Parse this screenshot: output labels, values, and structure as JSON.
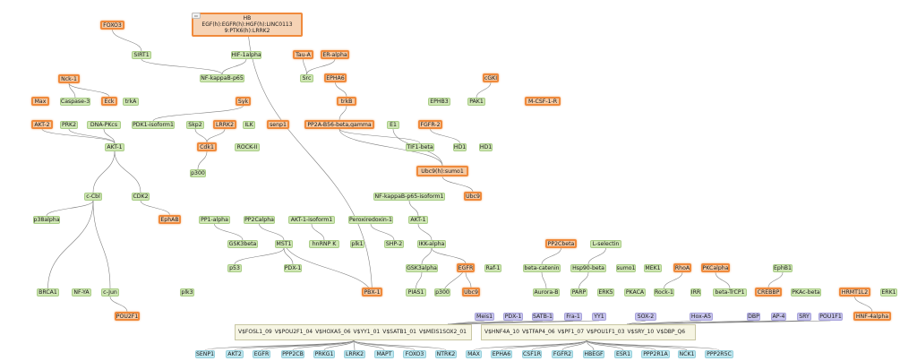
{
  "colors": {
    "node_default_fill": "#cfe6b4",
    "node_highlight_border": "#f08a3c",
    "motif_node_fill": "#c9c6ee",
    "complex_fill": "#bfe7ef",
    "edge": "#7a7a7a"
  },
  "hub": {
    "line1": "HB",
    "line2": "EGF(h):EGFR(h):HGF(h):LINC0113",
    "line3": "9:PTK6(h):LRRK2"
  },
  "ubc9_sumo1": "Ubc9(h):sumo1",
  "nodes": {
    "foxo3": "FOXO3",
    "sirt1": "SIRT1",
    "hif1a": "HIF-1alpha",
    "tau": "Tau-A",
    "eralpha": "ER-alpha",
    "nfkbp65": "NF-kappaB-p65",
    "src": "Src",
    "epha6": "EPHA6",
    "cgki": "cGKI",
    "nck1": "Nck-1",
    "max": "Max",
    "casp3": "Caspase-3",
    "eck": "Eck",
    "trka": "trkA",
    "syk": "Syk",
    "trkb": "trkB",
    "ephb3": "EPHB3",
    "pak1": "PAK1",
    "mcsf1r": "M-CSF-1-R",
    "akt2": "AKT-2",
    "prk2": "PRK2",
    "dnapkcs": "DNA-PKcs",
    "pdk1iso": "PDK1-isoform1",
    "skp2": "Skp2",
    "lrrk2": "LRRK2",
    "ilk": "ILK",
    "senp1": "senp1",
    "pp2a": "PP2A-B56-beta,gamma",
    "e1": "E1",
    "fgfr2": "FGFR-2",
    "akt1": "AKT-1",
    "rock2": "ROCK-II",
    "cdk1": "Cdk1",
    "tif1b": "TIF1-beta",
    "hd1a": "HD1",
    "hd1b": "HD1",
    "p300a": "p300",
    "ccbl": "c-Cbl",
    "cdk2": "CDK2",
    "nfkbiso": "NF-kappaB-p65-isoform1",
    "ubc9a": "Ubc9",
    "p38": "p38alpha",
    "ephab": "EphAB",
    "pp1a": "PP1-alpha",
    "pp2ca": "PP2Calpha",
    "akt1iso": "AKT-1-isoform1",
    "prx1": "Peroxiredoxin-1",
    "akt1b": "AKT-1",
    "gsk3b": "GSK3beta",
    "mst1": "MST1",
    "hnrnpk": "hnRNP K",
    "plk1": "plk1",
    "shp2": "SHP-2",
    "ikka": "IKK-alpha",
    "pp2cb": "PP2Cbeta",
    "lsel": "L-selectin",
    "p53": "p53",
    "pdx1": "PDX-1",
    "gsk3a": "GSK3alpha",
    "egfr": "EGFR",
    "raf1": "Raf-1",
    "bcat": "beta-catenin",
    "hsp90": "Hsp90-beta",
    "sumo1": "sumo1",
    "mek1": "MEK1",
    "rhoa": "RhoA",
    "pkca": "PKCalpha",
    "ephb1": "EphB1",
    "brca1": "BRCA1",
    "nfya": "NF-YA",
    "cjun": "c-Jun",
    "plk3": "plk3",
    "pbx1": "PBX-1",
    "pias1": "PIAS1",
    "p300b": "p300",
    "ubc9b": "Ubc9",
    "aurb": "Aurora-B",
    "parp": "PARP",
    "erk5": "ERK5",
    "pkaca": "PKACA",
    "rock1": "Rock-1",
    "irr": "IRR",
    "btrcp": "beta-TrCP1",
    "crebbp": "CREBBP",
    "pkacb": "PKAc-beta",
    "hrmt": "HRMT1L2",
    "erk1": "ERK1",
    "pou2f1": "POU2F1",
    "hnf4a": "HNF-4alpha"
  },
  "motifs": [
    "Meis1",
    "PDX-1",
    "SATB-1",
    "Fra-1",
    "YY1",
    "SOX-2",
    "Hox-A5",
    "DBP",
    "AP-4",
    "SRY",
    "POU1F1"
  ],
  "groups": {
    "left": [
      "V$FOSL1_09",
      "V$POU2F1_04",
      "V$HOXA5_06",
      "V$YY1_01",
      "V$SATB1_01",
      "V$MEIS1SOX2_01"
    ],
    "right": [
      "V$HNF4A_10",
      "V$TFAP4_06",
      "V$PF1_07",
      "V$POU1F1_03",
      "V$SRY_10",
      "V$DBP_Q6"
    ]
  },
  "genes": [
    "SENP1",
    "AKT2",
    "EGFR",
    "PPP2CB",
    "PRKG1",
    "LRRK2",
    "MAPT",
    "FOXO3",
    "NTRK2",
    "MAX",
    "EPHA6",
    "CSF1R",
    "FGFR2",
    "HBEGF",
    "ESR1",
    "PPP2R1A",
    "NCK1",
    "PPP2R5C"
  ]
}
